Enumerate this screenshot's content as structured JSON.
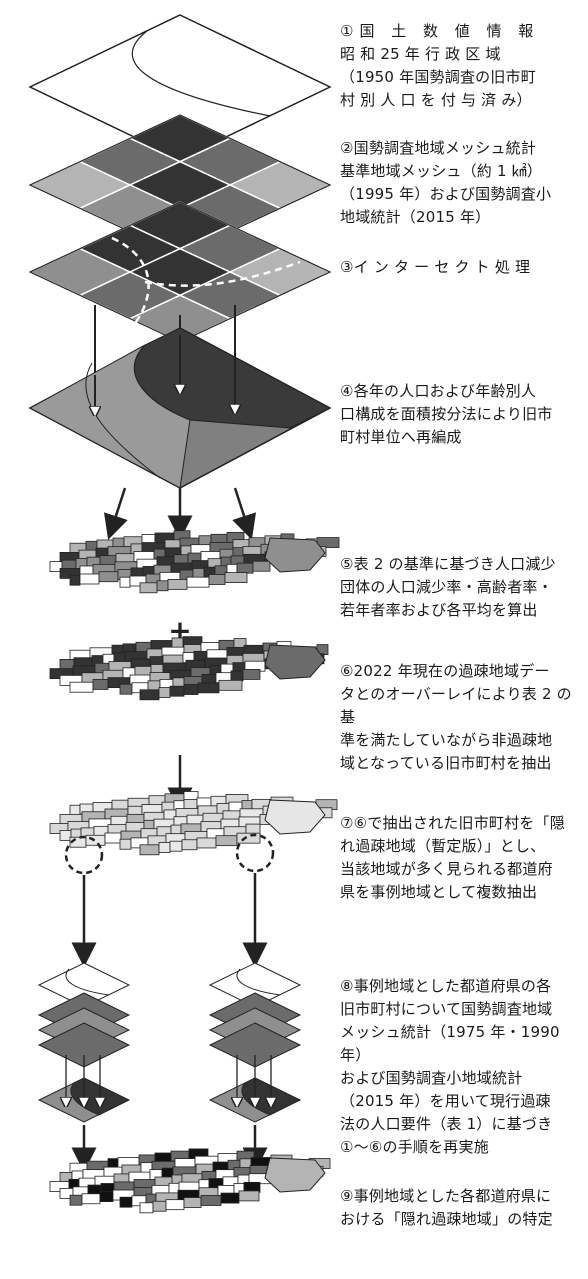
{
  "steps": [
    {
      "lines": [
        "①国 土 数 値 情 報",
        "昭 和 25 年 行 政 区 域",
        "（1950 年国勢調査の旧市町",
        "村 別 人 口 を 付 与 済 み）"
      ]
    },
    {
      "lines": [
        "②国勢調査地域メッシュ統計",
        "基準地域メッシュ（約 1 ㎢）",
        "（1995 年）および国勢調査小",
        "地域統計（2015 年）"
      ]
    },
    {
      "lines": [
        "③イ ン タ ー セ ク ト 処 理"
      ]
    },
    {
      "lines": [
        "④各年の人口および年齢別人",
        "口構成を面積按分法により旧市",
        "町村単位へ再編成"
      ]
    },
    {
      "lines": [
        "⑤表 2 の基準に基づき人口減少",
        "団体の人口減少率・高齢者率・",
        "若年者率および各平均を算出"
      ]
    },
    {
      "lines": [
        "⑥2022 年現在の過疎地域デー",
        "タとのオーバーレイにより表 2 の基",
        "準を満たしていながら非過疎地",
        "域となっている旧市町村を抽出"
      ]
    },
    {
      "lines": [
        "⑦⑥で抽出された旧市町村を「隠",
        "れ過疎地域（暫定版）」とし、",
        "当該地域が多く見られる都道府",
        "県を事例地域として複数抽出"
      ]
    },
    {
      "lines": [
        "⑧事例地域とした都道府県の各",
        "旧市町村について国勢調査地域",
        "メッシュ統計（1975 年・1990 年）",
        "および国勢調査小地域統計",
        "（2015 年）を用いて現行過疎",
        "法の人口要件（表 1）に基づき",
        "①～⑥の手順を再実施"
      ]
    },
    {
      "lines": [
        "⑨事例地域とした各都道府県に",
        "おける「隠れ過疎地域」の特定"
      ]
    }
  ],
  "plus_symbol": "+",
  "colors": {
    "dark": "#333333",
    "mid": "#6b6b6b",
    "midlight": "#8f8f8f",
    "light": "#b4b4b4",
    "pale": "#d9d9d9",
    "outline": "#222222"
  }
}
